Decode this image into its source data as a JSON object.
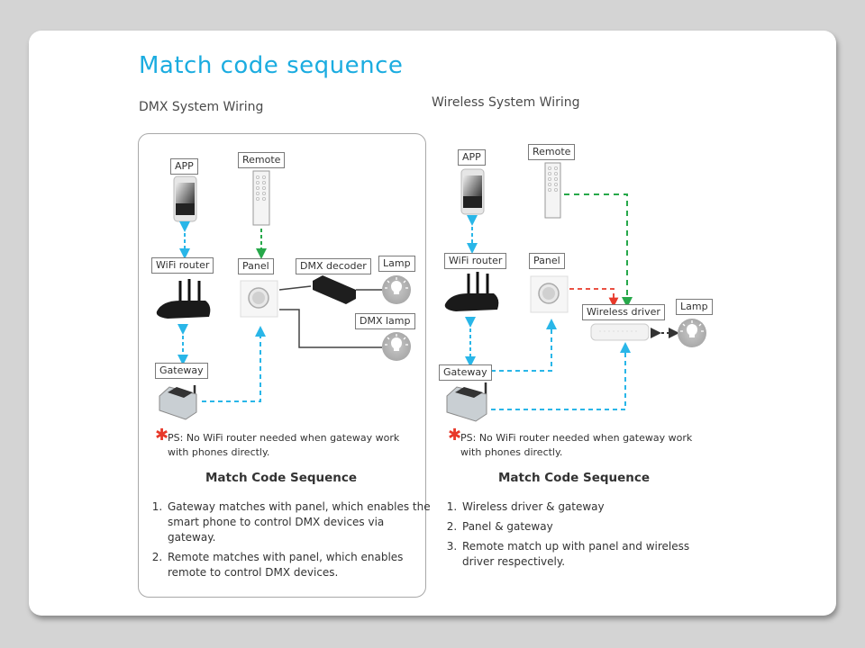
{
  "title": "Match code sequence",
  "colors": {
    "title": "#1bace0",
    "wifi_link": "#29b6e8",
    "remote_link": "#27a84a",
    "panel_link": "#e8392a",
    "wire": "#444444",
    "ps_star": "#e8392a"
  },
  "dmx": {
    "heading": "DMX System Wiring",
    "labels": {
      "app": "APP",
      "remote": "Remote",
      "wifi_router": "WiFi router",
      "panel": "Panel",
      "dmx_decoder": "DMX decoder",
      "lamp": "Lamp",
      "dmx_lamp": "DMX lamp",
      "gateway": "Gateway"
    },
    "ps_marker": "✱",
    "ps_text": "PS: No WiFi router needed when gateway work with phones directly.",
    "seq_title": "Match Code Sequence",
    "steps": [
      "Gateway matches with panel, which enables the smart phone to control DMX devices via gateway.",
      "Remote matches with panel, which enables remote to control DMX devices."
    ]
  },
  "wireless": {
    "heading": "Wireless System Wiring",
    "labels": {
      "app": "APP",
      "remote": "Remote",
      "wifi_router": "WiFi router",
      "panel": "Panel",
      "wireless_driver": "Wireless driver",
      "lamp": "Lamp",
      "gateway": "Gateway"
    },
    "ps_marker": "✱",
    "ps_text": "PS: No WiFi router needed when gateway work with phones directly.",
    "seq_title": "Match Code Sequence",
    "steps": [
      "Wireless driver & gateway",
      "Panel & gateway",
      "Remote match up with panel and wireless driver respectively."
    ]
  }
}
